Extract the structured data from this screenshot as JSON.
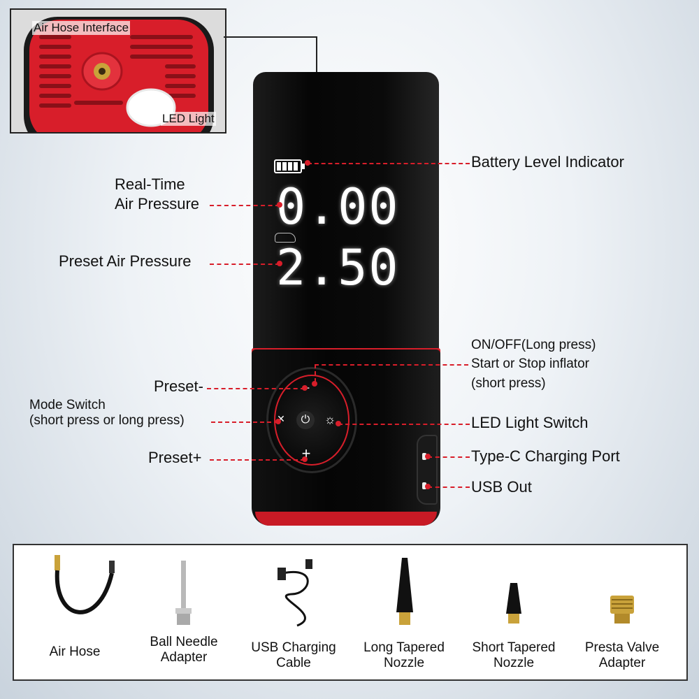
{
  "inset": {
    "labels": {
      "air_hose_interface": "Air Hose Interface",
      "led_light": "LED Light"
    }
  },
  "display": {
    "realtime_value": "0.00",
    "preset_value": "2.50"
  },
  "callouts": {
    "battery": "Battery Level Indicator",
    "realtime_line1": "Real-Time",
    "realtime_line2": "Air Pressure",
    "preset_pressure": "Preset Air Pressure",
    "onoff_line1": "ON/OFF(Long press)",
    "onoff_line2": "Start or Stop inflator",
    "onoff_line3": "(short press)",
    "preset_minus": "Preset-",
    "mode_line1": "Mode Switch",
    "mode_line2": "(short press or long press)",
    "led_switch": "LED Light Switch",
    "preset_plus": "Preset+",
    "typec": "Type-C Charging Port",
    "usb_out": "USB Out"
  },
  "buttons": {
    "minus_symbol": "−",
    "plus_symbol": "+",
    "mode_symbol": "✕",
    "power_symbol": "⏻",
    "light_symbol": "☼"
  },
  "accessories": [
    {
      "line1": "Air Hose",
      "line2": ""
    },
    {
      "line1": "Ball Needle",
      "line2": "Adapter"
    },
    {
      "line1": "USB Charging",
      "line2": "Cable"
    },
    {
      "line1": "Long Tapered",
      "line2": "Nozzle"
    },
    {
      "line1": "Short Tapered",
      "line2": "Nozzle"
    },
    {
      "line1": "Presta Valve",
      "line2": "Adapter"
    }
  ],
  "colors": {
    "accent_red": "#d81e2a",
    "device_black": "#0a0a0a",
    "brass": "#c9a23a"
  },
  "battery_level": 1.0
}
